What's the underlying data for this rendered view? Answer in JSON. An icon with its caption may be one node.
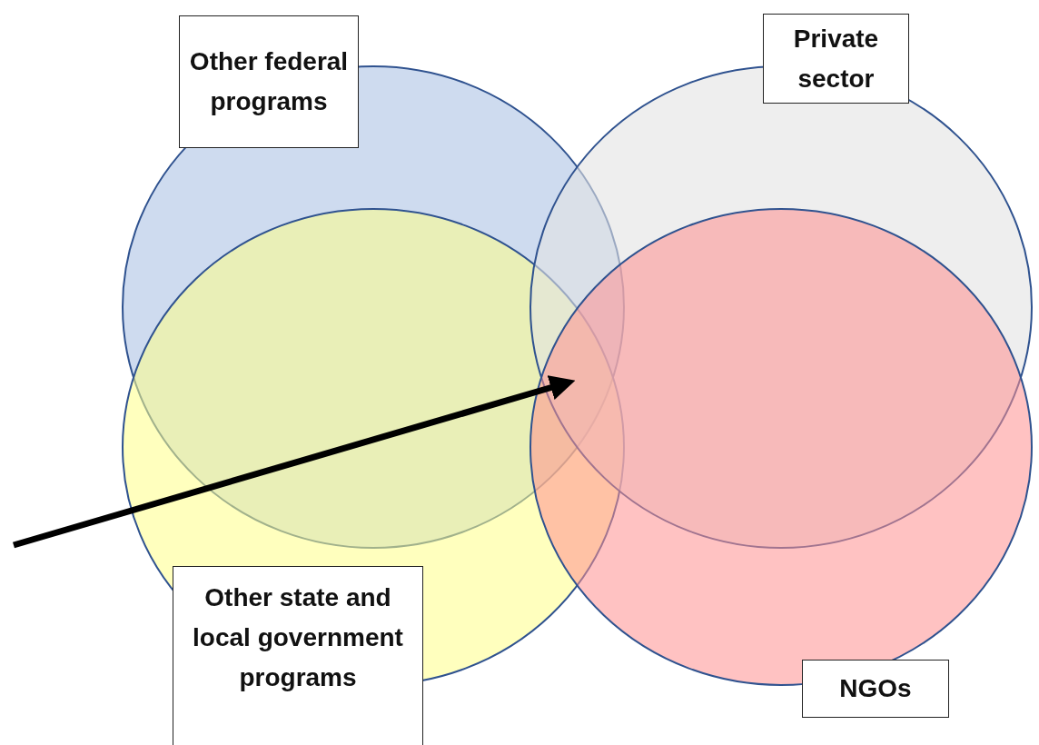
{
  "diagram": {
    "nodes": [
      {
        "text": [
          "Other federal programs"
        ]
      },
      {
        "text": [
          "Private sector"
        ]
      },
      {
        "text": [
          "Other state and local government programs"
        ]
      },
      {
        "text": [
          "NGOs"
        ]
      }
    ]
  }
}
